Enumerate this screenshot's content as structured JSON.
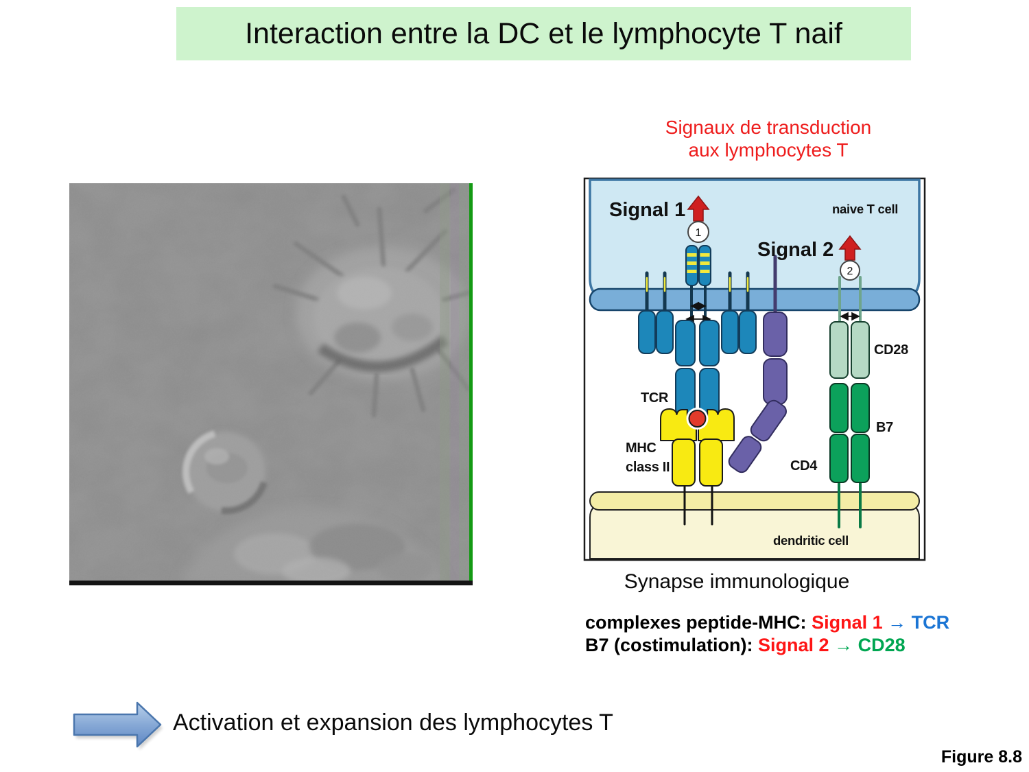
{
  "palette": {
    "banner_green": "#cef3cd",
    "caption_red": "#ee1c1c",
    "signal_red": "#e01414",
    "tcell_fill": "#cfe8f3",
    "tcell_membrane": "#79aed8",
    "receptor_blue": "#1d87ba",
    "stripe_yellow": "#f2e93c",
    "mhc_yellow": "#f8ea12",
    "peptide_red": "#e23b2b",
    "cd4_purple": "#6a61a8",
    "cd28_mint": "#b5d9c4",
    "b7_green": "#0ca15b",
    "dc_membrane_yellow": "#f4eda6",
    "dc_fill": "#f9f5d6",
    "tcr_link_blue": "#1b75d4",
    "cd28_link_green": "#00a651",
    "block_arrow_blue": "#6690cc"
  },
  "title": {
    "text": "Interaction entre la DC et le lymphocyte T naif"
  },
  "red_caption": {
    "line1": "Signaux de transduction",
    "line2": "aux lymphocytes T"
  },
  "diagram": {
    "signal1": "Signal 1",
    "signal1_number": "1",
    "signal2": "Signal 2",
    "signal2_number": "2",
    "naive_t_cell": "naive T cell",
    "tcr": "TCR",
    "mhc_line1": "MHC",
    "mhc_line2": "class II",
    "cd4": "CD4",
    "cd28": "CD28",
    "b7": "B7",
    "dendritic_cell": "dendritic cell"
  },
  "synapse_caption": "Synapse immunologique",
  "legend": {
    "line1": {
      "prefix": "complexes peptide-MHC:",
      "signal": "Signal 1",
      "arrow": "→",
      "target": "TCR"
    },
    "line2": {
      "prefix": "B7 (costimulation):",
      "signal": "Signal 2",
      "arrow": "→",
      "target": "CD28"
    }
  },
  "activation_text": "Activation et expansion des lymphocytes T",
  "figure_label": "Figure 8.8"
}
